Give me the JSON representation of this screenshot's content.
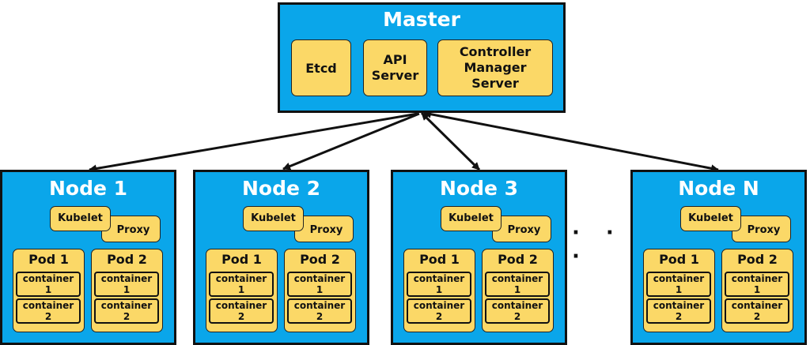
{
  "master": {
    "title": "Master",
    "components": [
      "Etcd",
      "API\nServer",
      "Controller\nManager\nServer"
    ]
  },
  "nodes": [
    {
      "title": "Node 1",
      "kubelet": "Kubelet",
      "proxy": "Proxy",
      "pods": [
        {
          "title": "Pod 1",
          "containers": [
            "container\n1",
            "container\n2"
          ]
        },
        {
          "title": "Pod 2",
          "containers": [
            "container\n1",
            "container\n2"
          ]
        }
      ]
    },
    {
      "title": "Node 2",
      "kubelet": "Kubelet",
      "proxy": "Proxy",
      "pods": [
        {
          "title": "Pod 1",
          "containers": [
            "container\n1",
            "container\n2"
          ]
        },
        {
          "title": "Pod 2",
          "containers": [
            "container\n1",
            "container\n2"
          ]
        }
      ]
    },
    {
      "title": "Node 3",
      "kubelet": "Kubelet",
      "proxy": "Proxy",
      "pods": [
        {
          "title": "Pod 1",
          "containers": [
            "container\n1",
            "container\n2"
          ]
        },
        {
          "title": "Pod 2",
          "containers": [
            "container\n1",
            "container\n2"
          ]
        }
      ]
    },
    {
      "title": "Node N",
      "kubelet": "Kubelet",
      "proxy": "Proxy",
      "pods": [
        {
          "title": "Pod 1",
          "containers": [
            "container\n1",
            "container\n2"
          ]
        },
        {
          "title": "Pod 2",
          "containers": [
            "container\n1",
            "container\n2"
          ]
        }
      ]
    }
  ],
  "ellipsis": "· · ·",
  "colors": {
    "box_blue": "#0aa6ea",
    "component_yellow": "#fbd867",
    "outline": "#111111"
  }
}
